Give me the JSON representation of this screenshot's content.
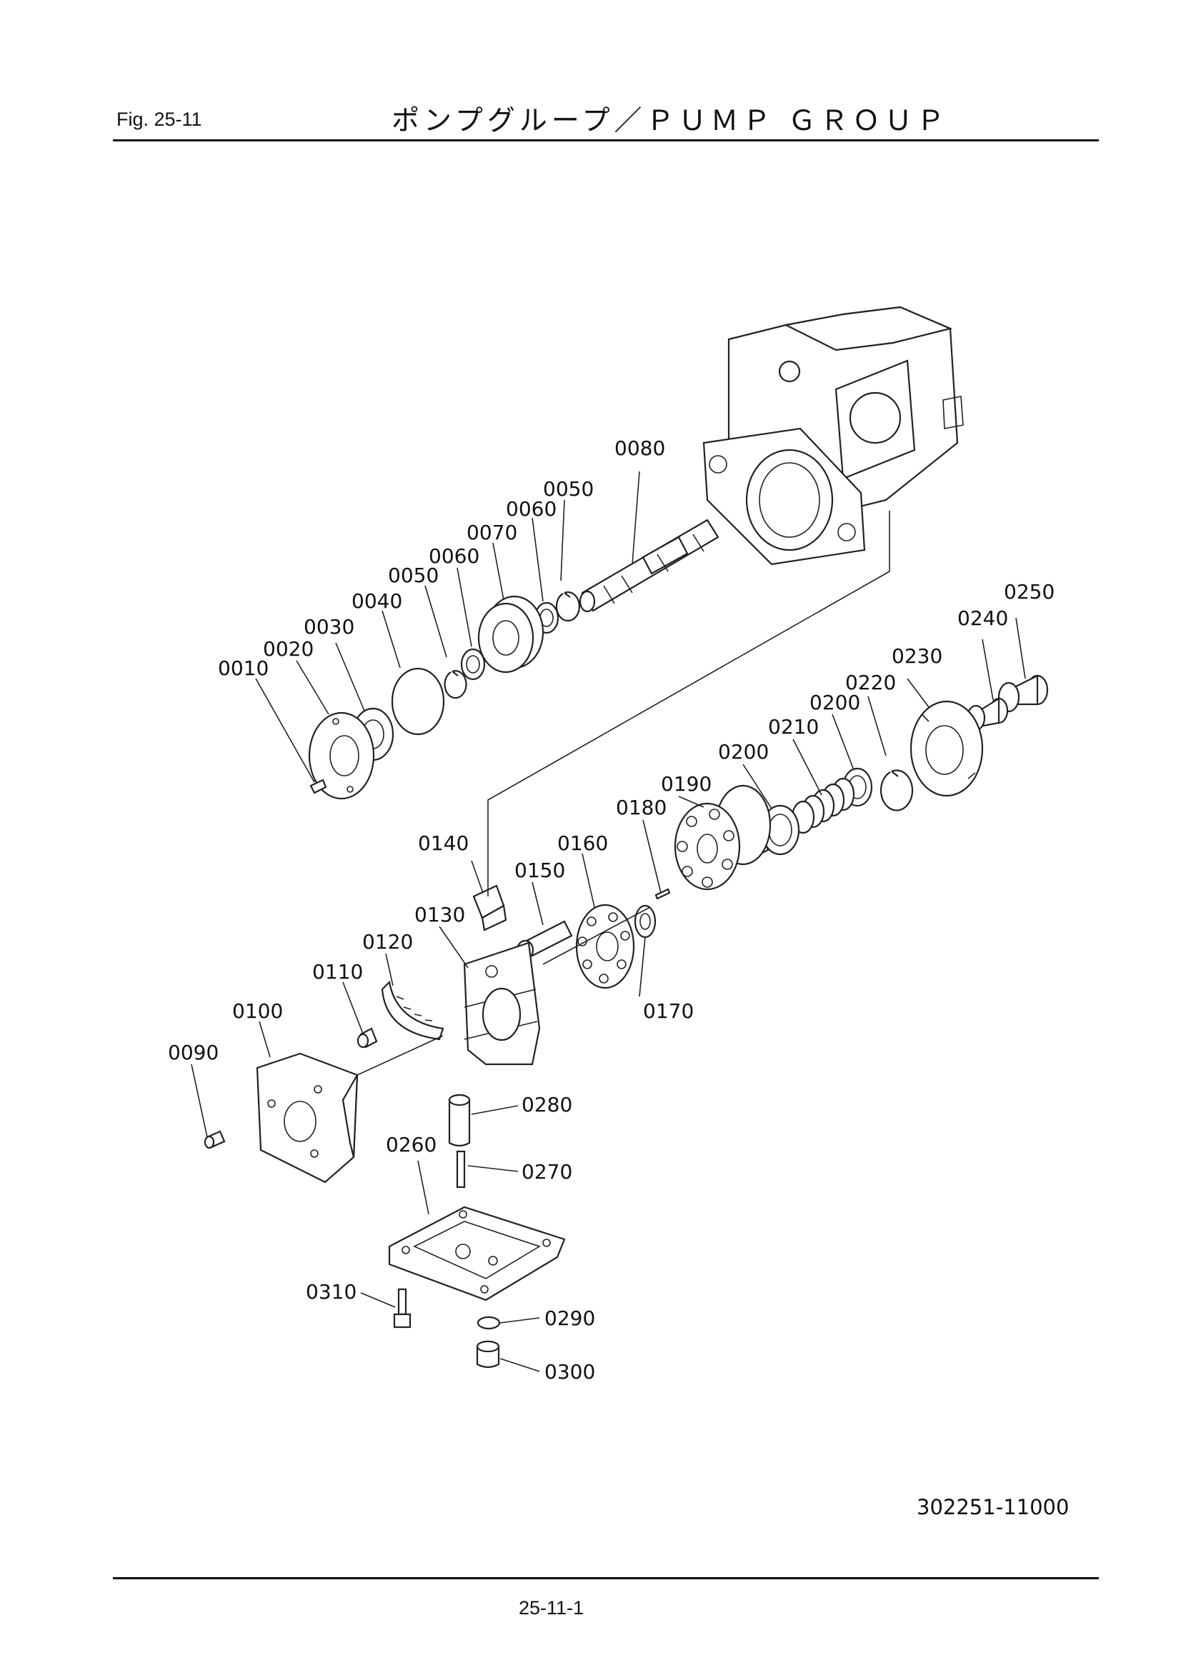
{
  "header": {
    "fig_label": "Fig.  25-11",
    "title": "ポンプグループ／ＰＵＭＰ ＧＲＯＵＰ"
  },
  "footer": {
    "drawing_number": "302251-11000",
    "page_number": "25-11-1"
  },
  "parts": [
    {
      "id": "p0010",
      "label": "0010"
    },
    {
      "id": "p0020",
      "label": "0020"
    },
    {
      "id": "p0030",
      "label": "0030"
    },
    {
      "id": "p0040",
      "label": "0040"
    },
    {
      "id": "p0050a",
      "label": "0050"
    },
    {
      "id": "p0060a",
      "label": "0060"
    },
    {
      "id": "p0070",
      "label": "0070"
    },
    {
      "id": "p0060b",
      "label": "0060"
    },
    {
      "id": "p0050b",
      "label": "0050"
    },
    {
      "id": "p0080",
      "label": "0080"
    },
    {
      "id": "p0090",
      "label": "0090"
    },
    {
      "id": "p0100",
      "label": "0100"
    },
    {
      "id": "p0110",
      "label": "0110"
    },
    {
      "id": "p0120",
      "label": "0120"
    },
    {
      "id": "p0130",
      "label": "0130"
    },
    {
      "id": "p0140",
      "label": "0140"
    },
    {
      "id": "p0150",
      "label": "0150"
    },
    {
      "id": "p0160",
      "label": "0160"
    },
    {
      "id": "p0170",
      "label": "0170"
    },
    {
      "id": "p0180",
      "label": "0180"
    },
    {
      "id": "p0190",
      "label": "0190"
    },
    {
      "id": "p0200a",
      "label": "0200"
    },
    {
      "id": "p0210",
      "label": "0210"
    },
    {
      "id": "p0200b",
      "label": "0200"
    },
    {
      "id": "p0220",
      "label": "0220"
    },
    {
      "id": "p0230",
      "label": "0230"
    },
    {
      "id": "p0240",
      "label": "0240"
    },
    {
      "id": "p0250",
      "label": "0250"
    },
    {
      "id": "p0260",
      "label": "0260"
    },
    {
      "id": "p0270",
      "label": "0270"
    },
    {
      "id": "p0280",
      "label": "0280"
    },
    {
      "id": "p0290",
      "label": "0290"
    },
    {
      "id": "p0300",
      "label": "0300"
    },
    {
      "id": "p0310",
      "label": "0310"
    }
  ]
}
